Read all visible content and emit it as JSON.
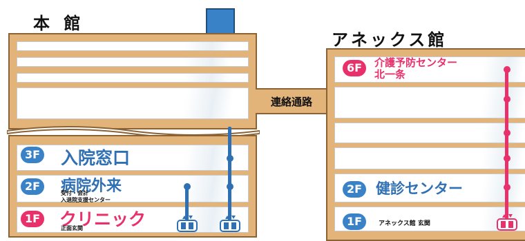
{
  "main_building": {
    "title": "本 館"
  },
  "annex_building": {
    "title": "アネックス館"
  },
  "corridor": {
    "label": "連絡通路"
  },
  "main_floors": {
    "f3": {
      "badge": "3F",
      "label": "入院窓口"
    },
    "f2": {
      "badge": "2F",
      "label": "病院外来",
      "sub1": "受付・会計",
      "sub2": "入退院支援センター"
    },
    "f1": {
      "badge": "1F",
      "label": "クリニック",
      "sub": "正面玄関"
    }
  },
  "annex_floors": {
    "f6": {
      "badge": "6F",
      "label1": "介護予防センター",
      "label2": "北一条"
    },
    "f2": {
      "badge": "2F",
      "label": "健診センター"
    },
    "f1": {
      "badge": "1F",
      "label": "アネックス館 玄関"
    }
  },
  "colors": {
    "main_accent": "#2f6fb3",
    "annex_accent": "#e8306a",
    "building": "#e2b47a",
    "outline": "#8a6234"
  },
  "icons": [
    "elevator-icon",
    "elevator-icon",
    "elevator-icon"
  ]
}
